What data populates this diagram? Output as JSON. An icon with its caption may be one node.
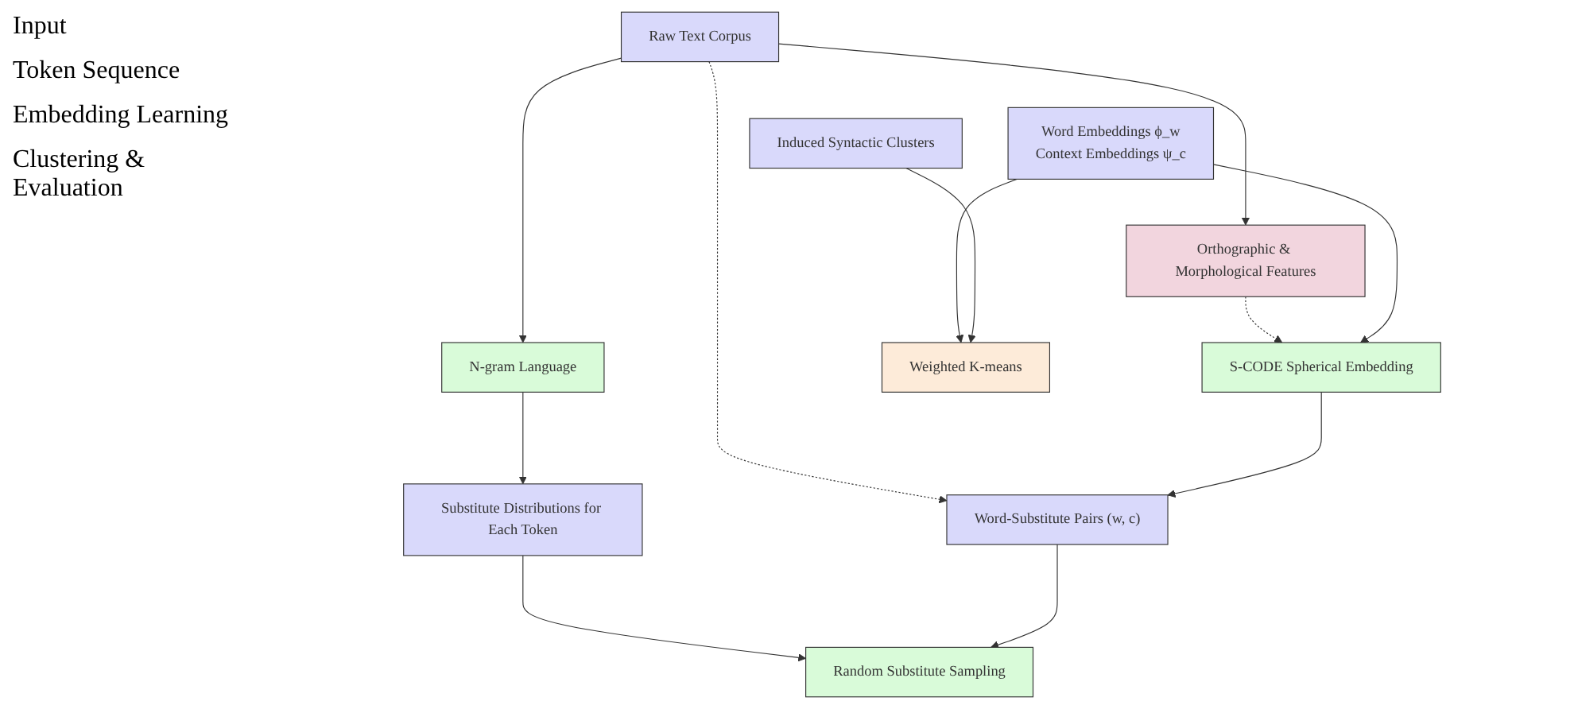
{
  "diagram": {
    "nodes": [
      {
        "text": [
          "Raw Text Corpus"
        ]
      },
      {
        "text": [
          "N-gram Language"
        ]
      },
      {
        "text": [
          "Orthographic & Morphological Features"
        ]
      },
      {
        "text": [
          "Substitute Distributions for Each Token"
        ]
      },
      {
        "text": [
          "S-CODE Spherical Embedding"
        ]
      },
      {
        "text": [
          "Word Embeddings ϕ_w",
          "Context Embeddings ψ_c"
        ]
      },
      {
        "text": [
          "Random Substitute Sampling"
        ]
      },
      {
        "text": [
          "Word-Substitute Pairs (w, c)"
        ]
      },
      {
        "text": [
          "Weighted K-means"
        ]
      },
      {
        "text": [
          "Induced Syntactic Clusters"
        ]
      }
    ],
    "edges": [
      {
        "from": 0,
        "to": 1,
        "arrow": "to"
      },
      {
        "from": 0,
        "to": 2,
        "arrow": "to"
      },
      {
        "from": 0,
        "to": 7,
        "arrow": "to",
        "style": "dashed"
      },
      {
        "from": 1,
        "to": 3,
        "arrow": "to"
      },
      {
        "from": 3,
        "to": 6,
        "arrow": "to"
      },
      {
        "from": 2,
        "to": 4,
        "arrow": "to",
        "style": "dashed"
      },
      {
        "from": 5,
        "to": 4,
        "arrow": "to"
      },
      {
        "from": 4,
        "to": 7,
        "arrow": "to"
      },
      {
        "from": 7,
        "to": 6,
        "arrow": "to"
      },
      {
        "from": 5,
        "to": 8,
        "arrow": "to"
      },
      {
        "from": 9,
        "to": 8,
        "arrow": "to"
      }
    ],
    "labels": [
      "Input",
      "Token Sequence",
      "Embedding Learning",
      "Clustering & Evaluation"
    ]
  }
}
